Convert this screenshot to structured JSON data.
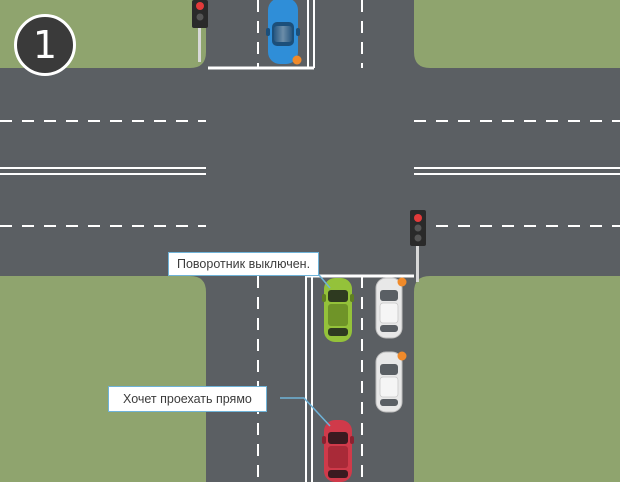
{
  "step_number": "1",
  "callouts": {
    "turn_signal_off": "Поворотник выключен.",
    "wants_straight": "Хочет проехать прямо"
  },
  "icons": {
    "traffic_light": "traffic-light-icon",
    "turn_indicator": "turn-indicator-icon"
  },
  "colors": {
    "grass": "#8fa46e",
    "road": "#5b5f63",
    "marking": "#ffffff",
    "callout_border": "#6fb3d8",
    "car_blue": "#2f8ed8",
    "car_green": "#94c23a",
    "car_red": "#d03a4a",
    "car_white": "#e8e8e8",
    "indicator": "#f08a2a",
    "signal_red": "#e23a3a"
  }
}
